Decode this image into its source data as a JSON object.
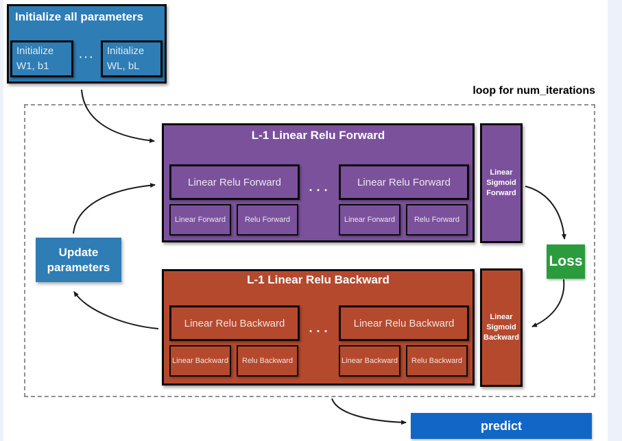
{
  "colors": {
    "page_margin": "#edf2fa",
    "canvas": "#ffffff",
    "blue": "#2e7db5",
    "purple": "#7b519c",
    "red": "#b5492e",
    "green": "#2b9c3d",
    "predict_blue": "#1267c6",
    "arrow": "#1a1a1a",
    "dashed_border": "#8f8f8f"
  },
  "init": {
    "title": "Initialize all parameters",
    "first": "Initialize\nW1, b1",
    "ellipsis": "···",
    "last": "Initialize\nWL, bL"
  },
  "loop": {
    "label": "loop for num_iterations"
  },
  "forward": {
    "title": "L-1 Linear Relu Forward",
    "unit": "Linear Relu Forward",
    "linear": "Linear Forward",
    "relu": "Relu Forward",
    "ellipsis": "···",
    "sigmoid": "Linear\nSigmoid\nForward"
  },
  "backward": {
    "title": "L-1 Linear Relu Backward",
    "unit": "Linear Relu Backward",
    "linear": "Linear Backward",
    "relu": "Relu Backward",
    "ellipsis": "···",
    "sigmoid": "Linear\nSigmoid\nBackward"
  },
  "loss": {
    "label": "Loss"
  },
  "update": {
    "label": "Update\nparameters"
  },
  "predict": {
    "label": "predict"
  }
}
